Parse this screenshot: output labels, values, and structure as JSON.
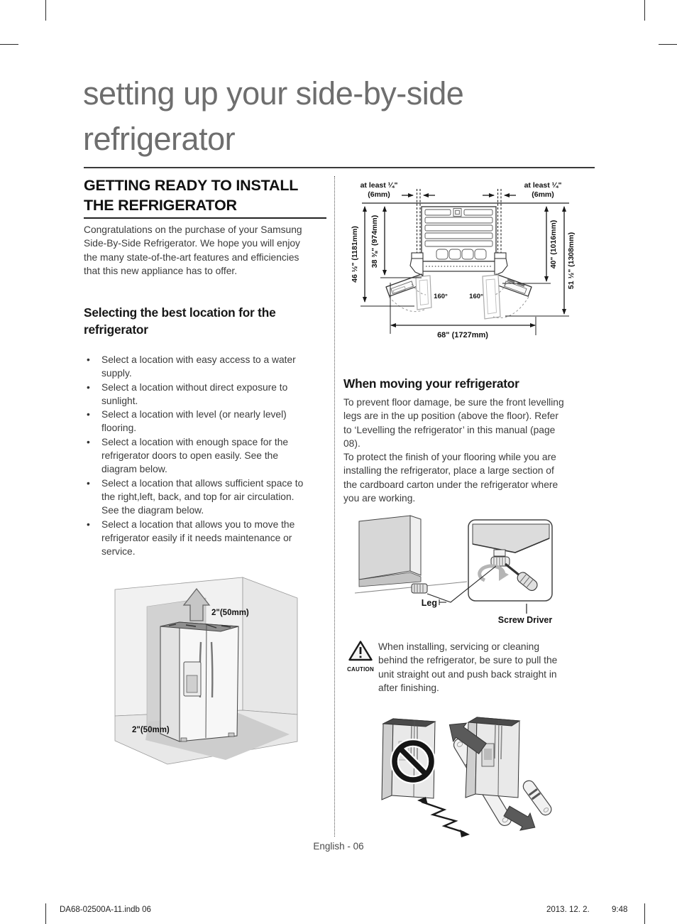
{
  "page": {
    "title_line1": "setting up your side-by-side",
    "title_line2": "refrigerator",
    "footer_text": "English - 06",
    "print_marks": {
      "file_label": "DA68-02500A-11.indb   06",
      "date": "2013. 12. 2.",
      "time": "9:48"
    }
  },
  "left_column": {
    "heading_line1": "GETTING READY TO INSTALL",
    "heading_line2": "THE REFRIGERATOR",
    "intro": "Congratulations on the purchase of your Samsung\nSide-By-Side Refrigerator. We hope you will enjoy\nthe many state-of-the-art features and efficiencies\nthat this new appliance has to offer.",
    "location_heading_line1": "Selecting the best location for the",
    "location_heading_line2": "refrigerator",
    "bullets": [
      "Select a location with easy access to a water\nsupply.",
      "Select a location without direct exposure to\nsunlight.",
      "Select a location with level (or nearly level)\nflooring.",
      "Select a location with enough space for the\nrefrigerator doors to open easily. See the\ndiagram below.",
      "Select a location that allows sufficient space to\nthe right,left, back, and top for air circulation.\nSee the diagram below.",
      "Select a location that allows you to move the\nrefrigerator easily if it needs maintenance or\nservice."
    ],
    "room_diagram": {
      "top_clearance_label": "2\"(50mm)",
      "side_clearance_label": "2\"(50mm)"
    }
  },
  "right_column": {
    "clearance_diagram": {
      "left_gap_label_line1": "at least ¼\"",
      "left_gap_label_line2": "(6mm)",
      "right_gap_label_line1": "at least ¼\"",
      "right_gap_label_line2": "(6mm)",
      "dim_left_outer": "46 ½\" (1181mm)",
      "dim_left_inner": "38 ⅜\" (974mm)",
      "dim_right_inner": "40\" (1016mm)",
      "dim_right_outer": "51 ½\" (1308mm)",
      "door_swing_left": "160°",
      "door_swing_right": "160°",
      "total_width": "68\" (1727mm)"
    },
    "moving_heading": "When moving your refrigerator",
    "moving_text": "To prevent floor damage, be sure the front levelling\nlegs are in the up position (above the floor). Refer\nto ‘Levelling the refrigerator’ in this manual (page\n08).\nTo protect the finish of your flooring while you are\ninstalling the refrigerator, place a large section of\nthe cardboard carton under the refrigerator where\nyou are working.",
    "leg_diagram": {
      "leg_label": "Leg",
      "screwdriver_label": "Screw Driver"
    },
    "caution": {
      "label": "CAUTION",
      "text": "When installing, servicing or cleaning\nbehind the refrigerator, be sure to pull the\nunit straight out and push back straight in\nafter finishing."
    }
  },
  "icons": {
    "caution": "warning-triangle",
    "no_tilt": "prohibition-circle",
    "top_clearance": "up-block-arrow"
  }
}
